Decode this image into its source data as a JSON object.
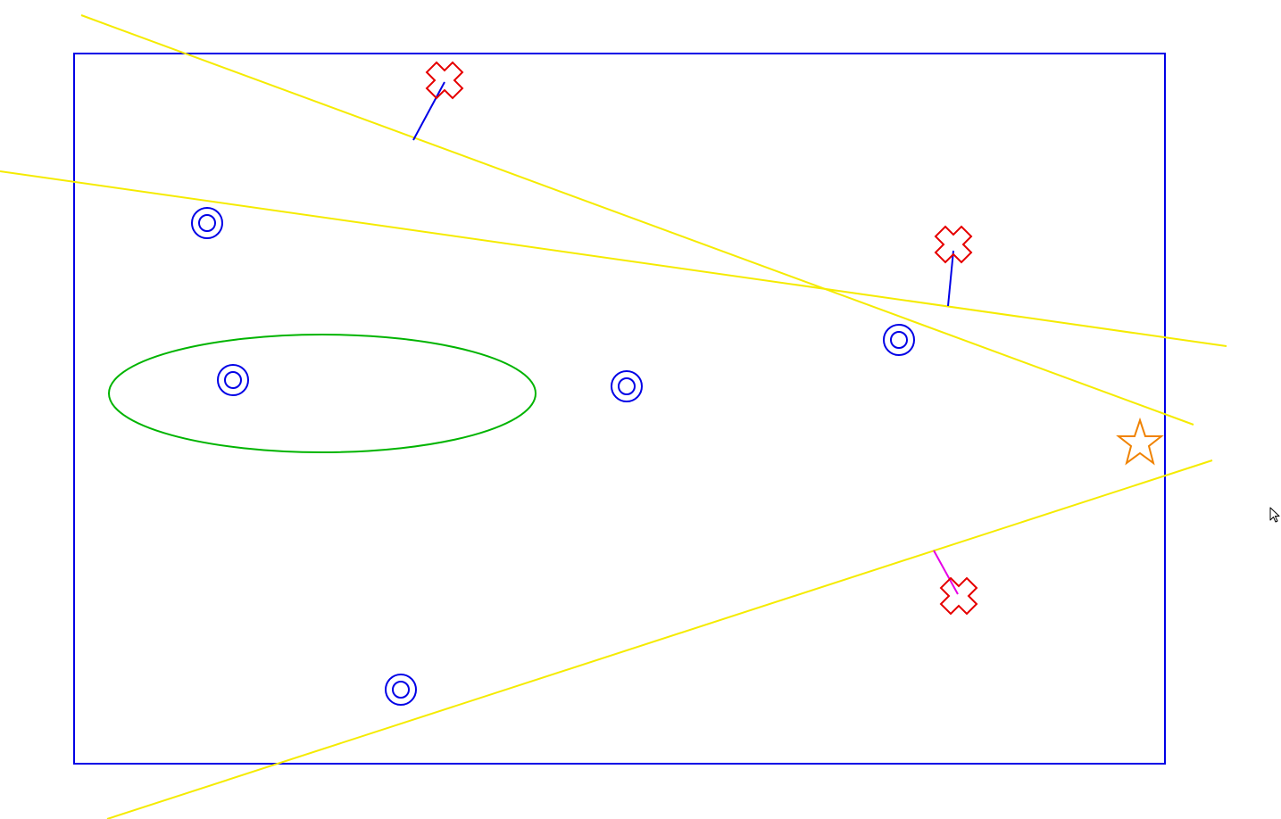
{
  "colors": {
    "background": "#ffffff",
    "frame": "#0000e6",
    "line": "#f5eb00",
    "ellipse": "#00b400",
    "target": "#0000e6",
    "cross": "#e60000",
    "connector_blue": "#0000e6",
    "connector_magenta": "#e600e6",
    "star": "#f08200"
  },
  "icons": {
    "target": "double-circle-target-icon",
    "cross": "red-cross-icon",
    "star": "orange-star-icon",
    "cursor": "mouse-pointer-icon"
  },
  "counts": {
    "lines": 3,
    "targets": 5,
    "crosses": 3,
    "stars": 1,
    "ellipses": 1
  }
}
